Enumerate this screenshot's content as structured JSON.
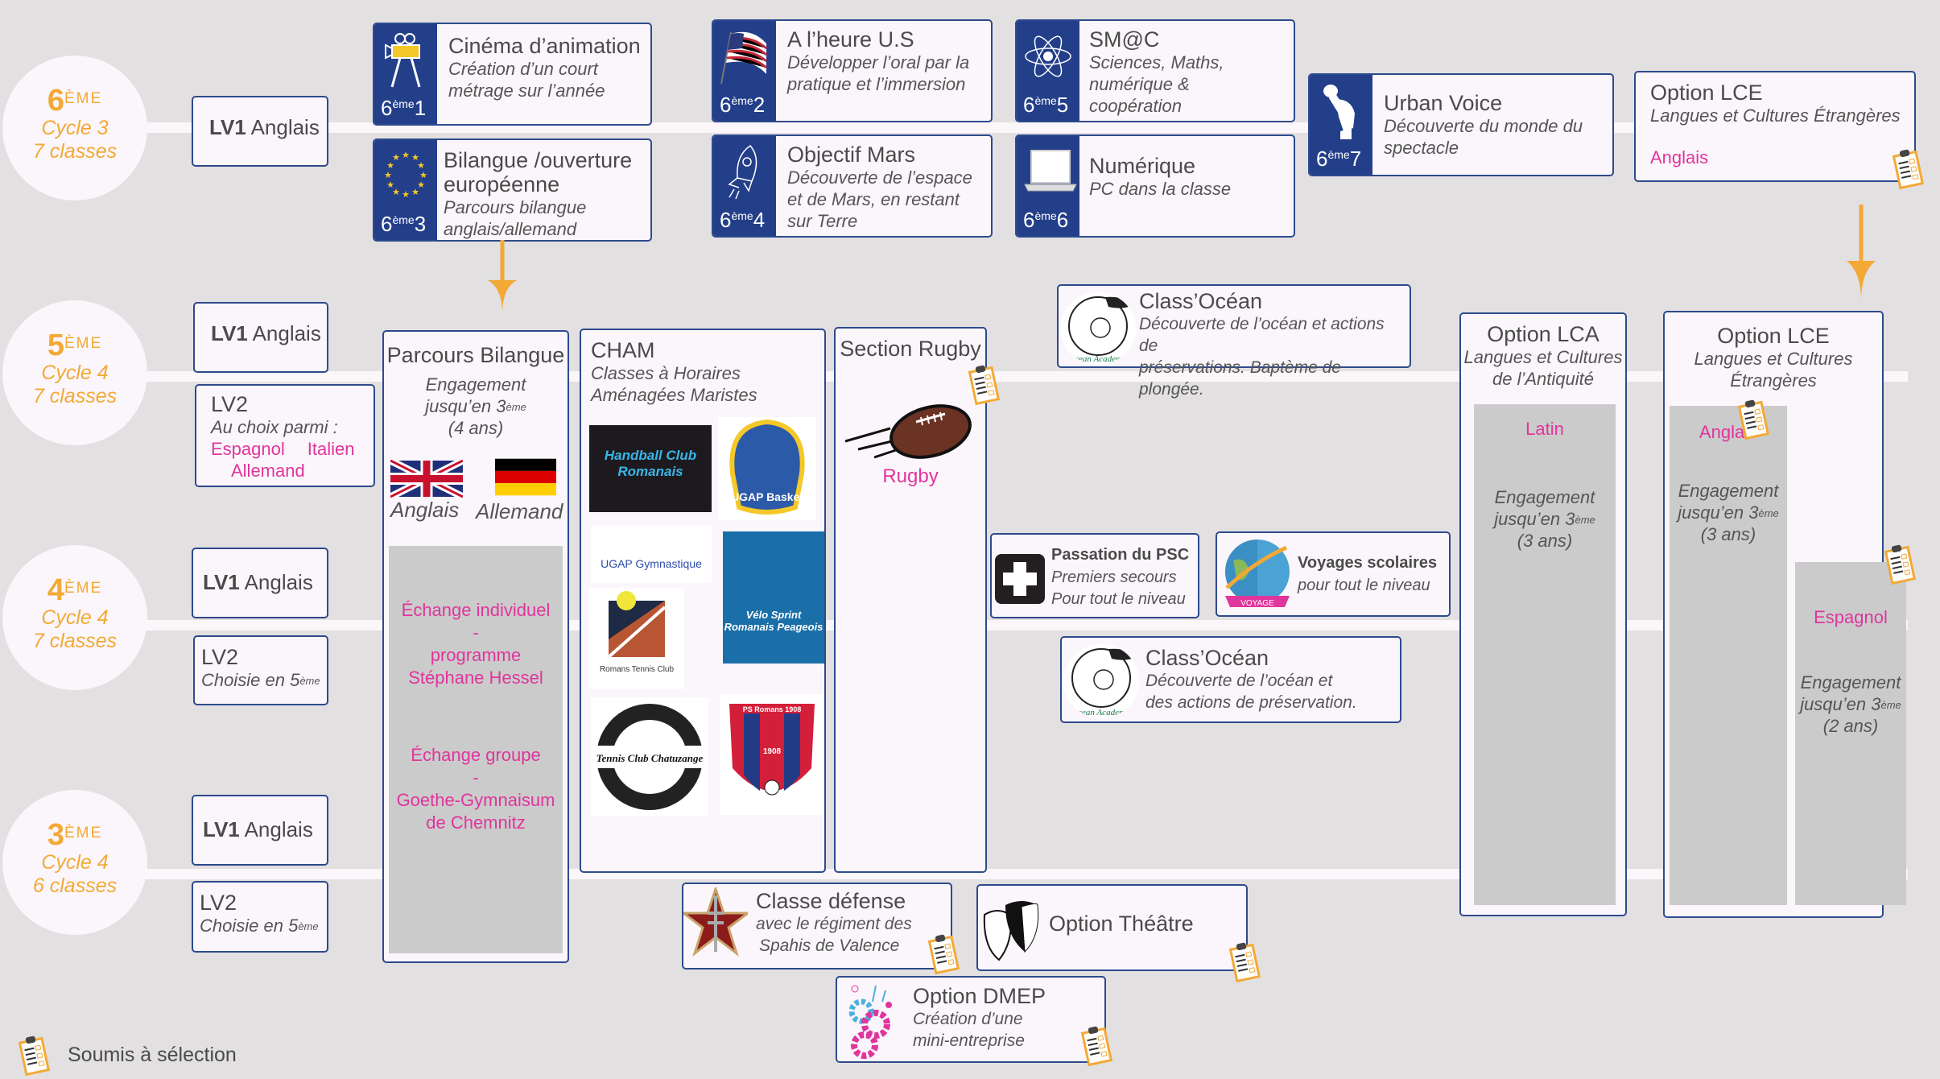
{
  "legend": {
    "icon": "clipboard-checklist-icon",
    "label": "Soumis à sélection"
  },
  "colors": {
    "background": "#e3e0e1",
    "accent_orange": "#f3a935",
    "border_blue": "#2d4a8c",
    "badge_blue": "#243f8a",
    "highlight_pink": "#e0359c",
    "box_fill": "#fbf6fb",
    "grey_panel": "#cbcbcb"
  },
  "grades": [
    {
      "num": "6",
      "sup": "ÈME",
      "cycle": "Cycle 3",
      "classes": "7 classes"
    },
    {
      "num": "5",
      "sup": "ÈME",
      "cycle": "Cycle 4",
      "classes": "7 classes"
    },
    {
      "num": "4",
      "sup": "ÈME",
      "cycle": "Cycle 4",
      "classes": "7 classes"
    },
    {
      "num": "3",
      "sup": "ÈME",
      "cycle": "Cycle 4",
      "classes": "6 classes"
    }
  ],
  "lv1": {
    "bold": "LV1",
    "label": "Anglais"
  },
  "lv2_5": {
    "title": "LV2",
    "sub": "Au choix parmi :",
    "options": [
      "Espagnol",
      "Italien",
      "Allemand"
    ]
  },
  "lv2_later": {
    "title": "LV2",
    "sub": "Choisie en 5",
    "sup": "ème"
  },
  "classes6": [
    {
      "badge": "6",
      "sup": "ème",
      "n": "1",
      "icon": "film-camera-icon",
      "title": "Cinéma d’animation",
      "desc": [
        "Création d’un court",
        "métrage sur l’année"
      ]
    },
    {
      "badge": "6",
      "sup": "ème",
      "n": "2",
      "icon": "us-flag-icon",
      "title": "A l’heure U.S",
      "desc": [
        "Développer l’oral par la",
        "pratique et l’immersion"
      ]
    },
    {
      "badge": "6",
      "sup": "ème",
      "n": "3",
      "icon": "eu-flag-icon",
      "title": "Bilangue /ouverture européenne",
      "desc": [
        "Parcours bilangue",
        "anglais/allemand"
      ]
    },
    {
      "badge": "6",
      "sup": "ème",
      "n": "4",
      "icon": "rocket-icon",
      "title": "Objectif Mars",
      "desc": [
        "Découverte de l’espace",
        "et de Mars, en restant",
        "sur Terre"
      ]
    },
    {
      "badge": "6",
      "sup": "ème",
      "n": "5",
      "icon": "atom-icon",
      "title": "SM@C",
      "desc": [
        "Sciences, Maths,",
        "numérique &",
        "coopération"
      ]
    },
    {
      "badge": "6",
      "sup": "ème",
      "n": "6",
      "icon": "laptop-icon",
      "title": "Numérique",
      "desc": [
        "PC dans la classe"
      ]
    },
    {
      "badge": "6",
      "sup": "ème",
      "n": "7",
      "icon": "microphone-fist-icon",
      "title": "Urban Voice",
      "desc": [
        "Découverte du monde du",
        "spectacle"
      ]
    }
  ],
  "option_lce_6": {
    "title": "Option LCE",
    "sub": "Langues et Cultures Étrangères",
    "lang": "Anglais"
  },
  "parcours_bilangue": {
    "title": "Parcours Bilangue",
    "sub1": "Engagement",
    "sub2": "jusqu’en 3",
    "sup": "ème",
    "sub3": "(4 ans)",
    "flag1": "Anglais",
    "flag2": "Allemand",
    "exchange1": [
      "Échange individuel",
      "-",
      "programme",
      "Stéphane Hessel"
    ],
    "exchange2": [
      "Échange groupe",
      "-",
      "Goethe-Gymnaisum",
      "de Chemnitz"
    ]
  },
  "cham": {
    "title": "CHAM",
    "sub": [
      "Classes à Horaires",
      "Aménagées Maristes"
    ],
    "logos": [
      "Handball Club Romanais",
      "UGAP Basket",
      "UGAP Gymnastique",
      "Vélo Sprint Romanais Peageois",
      "Romans Tennis Club",
      "Tennis Club Chatuzange",
      "PS Romans 1908"
    ]
  },
  "rugby": {
    "title": "Section Rugby",
    "label": "Rugby"
  },
  "class_ocean_5": {
    "title": "Class’Océan",
    "desc": [
      "Découverte de l’océan et actions de",
      "préservations. Baptème de plongée."
    ],
    "logo_text": "Ocean Academy"
  },
  "psc": {
    "title": "Passation du PSC",
    "desc": [
      "Premiers secours",
      "Pour tout le niveau"
    ]
  },
  "voyages": {
    "title": "Voyages scolaires",
    "desc": [
      "pour tout le niveau"
    ],
    "ribbon": "VOYAGE"
  },
  "class_ocean_4": {
    "title": "Class’Océan",
    "desc": [
      "Découverte de l’océan et",
      "des actions de préservation."
    ],
    "logo_text": "Ocean Academy"
  },
  "lca": {
    "title": "Option LCA",
    "sub": [
      "Langues et Cultures",
      "de l’Antiquité"
    ],
    "lang": "Latin",
    "eng1": "Engagement",
    "eng2": "jusqu’en 3",
    "sup": "ème",
    "eng3": "(3 ans)"
  },
  "lce": {
    "title": "Option LCE",
    "sub": [
      "Langues et Cultures",
      "Étrangères"
    ],
    "lang1": "Anglais",
    "eng_a": [
      "Engagement",
      "jusqu’en 3",
      "(3 ans)"
    ],
    "lang2": "Espagnol",
    "eng_b": [
      "Engagement",
      "jusqu’en 3",
      "(2 ans)"
    ],
    "sup": "ème"
  },
  "defense": {
    "title": "Classe défense",
    "desc": [
      "avec le régiment des",
      "Spahis de Valence"
    ]
  },
  "theatre": {
    "title": "Option Théâtre"
  },
  "dmep": {
    "title": "Option DMEP",
    "desc": [
      "Création d’une",
      "mini-entreprise"
    ]
  }
}
